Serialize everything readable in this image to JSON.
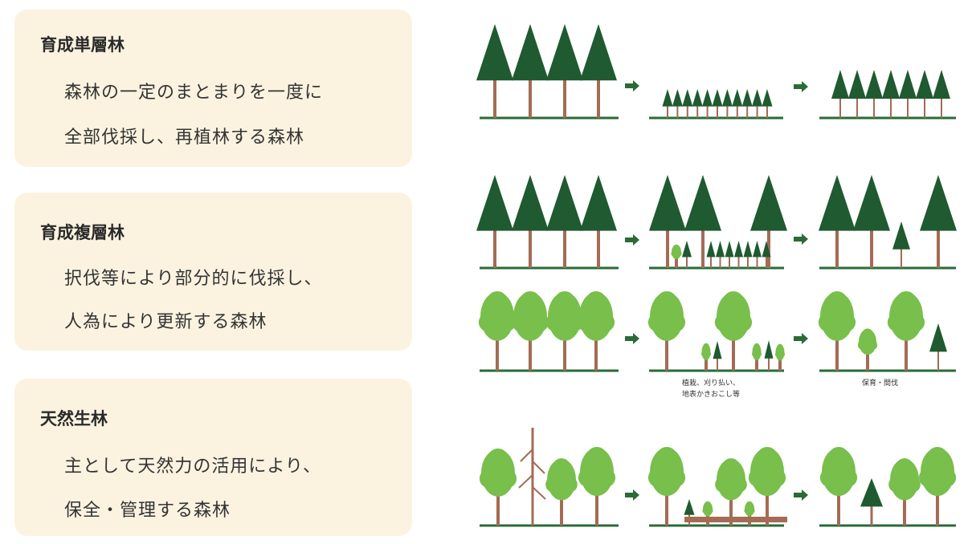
{
  "rows": [
    {
      "title": "育成単層林",
      "lines": [
        "森林の一定のまとまりを一度に",
        "全部伐採し、再植林する森林"
      ]
    },
    {
      "title": "育成複層林",
      "lines": [
        "択伐等により部分的に伐採し、",
        "人為により更新する森林"
      ]
    },
    {
      "title": "天然生林",
      "lines": [
        "主として天然力の活用により、",
        "保全・管理する森林"
      ]
    }
  ],
  "captions": {
    "middle_line1": "植栽、刈り払い、",
    "middle_line2": "地表かきおこし等",
    "right": "保育・間伐"
  },
  "colors": {
    "card": "#fbf3e0",
    "conifer": "#1f5a30",
    "broadleaf": "#78bf4b",
    "trunk": "#a46b55",
    "ground": "#2a6b36"
  }
}
